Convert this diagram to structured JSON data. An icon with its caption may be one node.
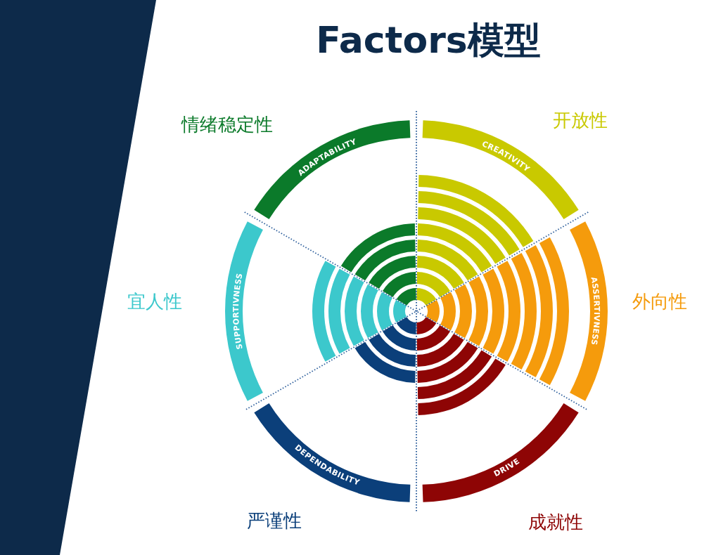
{
  "diagram": {
    "title": "Factors模型",
    "nodes": [
      {
        "text": [
          "ADAPTABILITY"
        ],
        "beside": [
          "情绪稳定性"
        ]
      },
      {
        "text": [
          "CREATIVITY"
        ],
        "beside": [
          "开放性"
        ]
      },
      {
        "text": [
          "SUPPORTIVNESS"
        ],
        "beside": [
          "宜人性"
        ]
      },
      {
        "text": [
          "ASSERTIVNESS"
        ],
        "beside": [
          "外向性"
        ]
      },
      {
        "text": [
          "DEPENDABILITY"
        ],
        "beside": [
          "严谨性"
        ]
      },
      {
        "text": [
          "DRIVE"
        ],
        "beside": [
          "成就性"
        ]
      }
    ]
  }
}
